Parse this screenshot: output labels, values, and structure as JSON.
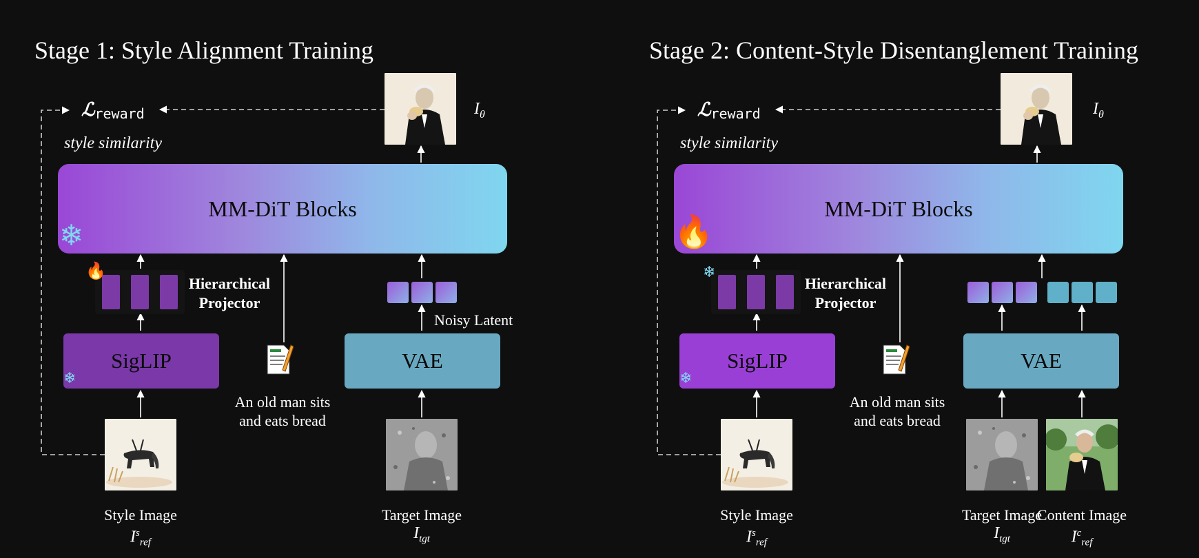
{
  "stages": [
    {
      "title": "Stage 1: Style Alignment Training",
      "reward_symbol": "ℒ",
      "reward_sub": "reward",
      "style_similarity": "style similarity",
      "output_symbol": "I",
      "output_sub": "θ",
      "dit_label": "MM-DiT Blocks",
      "dit_status": "frozen",
      "projector_label_line1": "Hierarchical",
      "projector_label_line2": "Projector",
      "projector_status": "trainable",
      "siglip_label": "SigLIP",
      "siglip_status": "frozen",
      "vae_label": "VAE",
      "noisy_latent_label": "Noisy Latent",
      "prompt_line1": "An old man sits",
      "prompt_line2": "and eats bread",
      "style_caption": "Style Image",
      "style_sym": "I",
      "style_sup": "s",
      "style_sub": "ref",
      "target_caption": "Target Image",
      "target_sym": "I",
      "target_sub": "tgt"
    },
    {
      "title": "Stage 2: Content-Style Disentanglement Training",
      "reward_symbol": "ℒ",
      "reward_sub": "reward",
      "style_similarity": "style similarity",
      "output_symbol": "I",
      "output_sub": "θ",
      "dit_label": "MM-DiT Blocks",
      "dit_status": "trainable",
      "projector_label_line1": "Hierarchical",
      "projector_label_line2": "Projector",
      "projector_status": "frozen",
      "siglip_label": "SigLIP",
      "siglip_status": "frozen",
      "vae_label": "VAE",
      "prompt_line1": "An old man sits",
      "prompt_line2": "and eats bread",
      "style_caption": "Style Image",
      "style_sym": "I",
      "style_sup": "s",
      "style_sub": "ref",
      "target_caption": "Target Image",
      "target_sym": "I",
      "target_sub": "tgt",
      "content_caption": "Content Image",
      "content_sym": "I",
      "content_sup": "c",
      "content_sub": "ref"
    }
  ],
  "icons": {
    "frozen": "snowflake-icon",
    "trainable": "fire-icon",
    "prompt": "document-pencil-icon"
  },
  "colors": {
    "background": "#0f0f0f",
    "dit_gradient_start": "#9a47d6",
    "dit_gradient_end": "#7fd6ef",
    "siglip_stage1": "#7a38a8",
    "siglip_stage2": "#9a3fd6",
    "vae": "#68a9c1",
    "token": "#7c3aa6",
    "latent_noisy": "#9c5ed8",
    "latent_content": "#5fb0c8"
  }
}
